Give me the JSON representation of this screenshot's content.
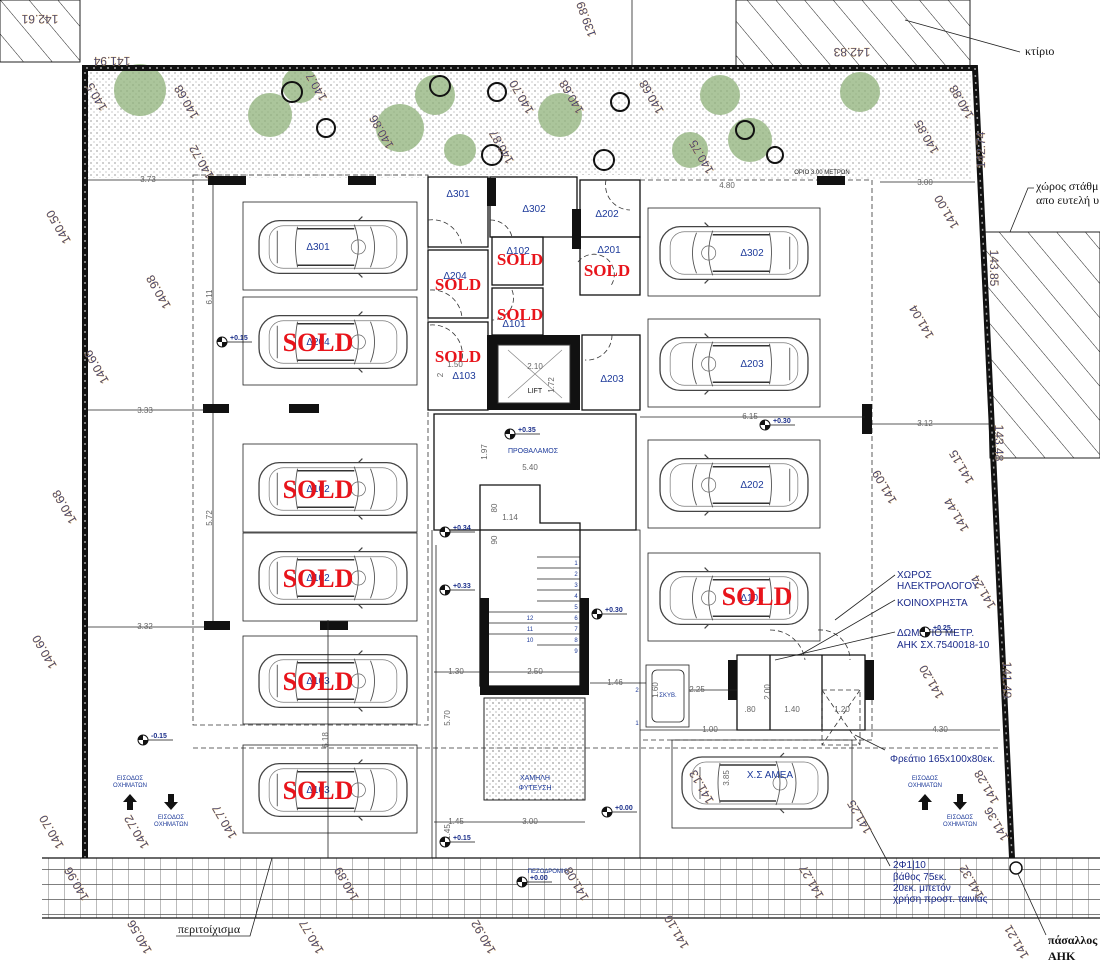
{
  "parking": {
    "left": [
      {
        "label": "Δ301",
        "sold": false
      },
      {
        "label": "Δ204",
        "sold": true
      },
      {
        "label": "Δ102",
        "sold": true
      },
      {
        "label": "Δ102",
        "sold": true
      },
      {
        "label": "Δ103",
        "sold": true
      },
      {
        "label": "Δ103",
        "sold": true
      }
    ],
    "right": [
      {
        "label": "Δ302",
        "sold": false
      },
      {
        "label": "Δ203",
        "sold": false
      },
      {
        "label": "Δ202",
        "sold": false
      },
      {
        "label": "Δ101",
        "sold": true
      }
    ],
    "accessible_label": "Χ.Σ ΑΜΕΑ",
    "sold_text": "SOLD"
  },
  "storage": {
    "d301": "Δ301",
    "d302": "Δ302",
    "d202": "Δ202",
    "d201": "Δ201",
    "d102": "Δ102",
    "d101": "Δ101",
    "d204": "Δ204",
    "d103": "Δ103",
    "d203": "Δ203",
    "sold_text": "SOLD"
  },
  "labels": {
    "lift": "LIFT",
    "lobby": "ΠΡΟΘΑΛΑΜΟΣ",
    "planting_1": "ΧΑΜΗΛΗ",
    "planting_2": "ΦΥΤΕΥΣΗ",
    "bins": "ΣΚΥΒ.",
    "building": "κτίριο",
    "parking_area_1": "χώρος στάθμ",
    "parking_area_2": "απο ευτελή υ",
    "electrical_1": "ΧΩΡΟΣ",
    "electrical_2": "ΗΛΕΚΤΡΟΛΟΓΟΥ",
    "common": "ΚΟΙΝΟΧΡΗΣΤΑ",
    "meter_1": "ΔΩΜΑΤΙΟ ΜΕΤΡ.",
    "meter_2": "ΑΗΚ ΣΧ.7540018-10",
    "manhole": "Φρεάτιο 165x100x80εκ.",
    "entrance_1": "ΕΙΣΟΔΟΣ",
    "entrance_2": "ΟΧΗΜΑΤΩΝ",
    "rebar_1": "2Φ1|10",
    "rebar_2": "βάθος 75εκ.",
    "rebar_3": "20εκ. μπετόν",
    "rebar_4": "χρήση προστ. ταινίας",
    "sidewalk": "ΠΕΖΟΔΡΟΜΙΟ",
    "perimeter_wall": "περιτοίχισμα",
    "pole_1": "πάσαλλος",
    "pole_2": "ΑΗΚ",
    "limit": "ΟΡΙΟ 3.00 ΜΕΤΡΩΝ",
    "stair_steps": [
      "1",
      "2",
      "3",
      "4",
      "5",
      "6",
      "7",
      "8",
      "9",
      "10",
      "11",
      "12"
    ],
    "stair_marks": [
      "1",
      "2"
    ]
  },
  "elevations": [
    "142.61",
    "141.94",
    "139.89",
    "142.83",
    "140.5",
    "140.68",
    "140.7",
    "140.70",
    "140.68",
    "140.68",
    "140.88",
    "140.85",
    "140.87",
    "140.86",
    "140.72",
    "140.75",
    "142.74",
    "141.00",
    "143.85",
    "141.04",
    "143.48",
    "141.15",
    "141.09",
    "141.44",
    "141.24",
    "141.20",
    "141.49",
    "141.28",
    "141.36",
    "141.25",
    "141.13",
    "141.32",
    "141.21",
    "140.50",
    "140.98",
    "140.66",
    "140.68",
    "140.60",
    "140.70",
    "140.72",
    "140.77",
    "140.96",
    "140.56",
    "140.89",
    "140.77",
    "140.92",
    "141.08",
    "141.10",
    "141.27"
  ],
  "dimensions": [
    "3.73",
    "4.80",
    "3.00",
    "6.11",
    "3.33",
    "5.72",
    "3.32",
    "6.15",
    "3.12",
    "1.50",
    "2.10",
    "1.72",
    "2",
    "5.40",
    "1.97",
    "80",
    "1.14",
    "90",
    "1.30",
    "2.50",
    "1.46",
    "2.25",
    "1.60",
    "5.70",
    "1.45",
    "3.00",
    "1.45",
    "1.00",
    ".80",
    "1.40",
    "1.20",
    "2.00",
    "3.85",
    "6.18",
    "4.30"
  ],
  "levels": [
    "+0.15",
    "-0.15",
    "+0.35",
    "+0.34",
    "+0.33",
    "+0.30",
    "+0.30",
    "+0.00",
    "+0.15",
    "+0.00",
    "+0.25"
  ],
  "colors": {
    "sold": "#e8141b",
    "label": "#1d3a9a",
    "greenery": "#8fb27a"
  }
}
